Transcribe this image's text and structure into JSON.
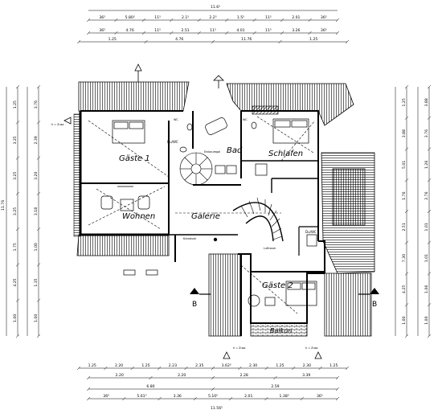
{
  "rooms": {
    "gaeste1": "Gäste 1",
    "wohnen": "Wohnen",
    "galerie": "Galerie",
    "bad": "Bad",
    "schlafen": "Schlafen",
    "gaeste2": "Gäste 2",
    "balkon": "Balkon"
  },
  "small_labels": {
    "du_wc_1": "Du/WC",
    "du_wc_2": "Du/WC",
    "wc_1": "WC",
    "wc_2": "WC",
    "kniestock": "Kniestock",
    "luftraum": "Luftraum",
    "einbauregal": "Einbauregal"
  },
  "section_marks": {
    "left": "B",
    "right": "B"
  },
  "level_marks": {
    "top_left": "h = Zusa",
    "bottom_left": "h = Zusa",
    "bottom_right": "h = Zusa"
  },
  "dimensions": {
    "top": {
      "overall": "11.6⁵",
      "row1": [
        "36⁵",
        "5.80⁵",
        "11⁵",
        "2.1⁵",
        "2.2⁵",
        "1.5⁵",
        "11⁵",
        "2.01",
        "36⁵"
      ],
      "row2": [
        "36⁵",
        "4.76",
        "11⁵",
        "2.51",
        "11⁵",
        "4.01",
        "11⁵",
        "3.26",
        "36⁵"
      ],
      "row3": [
        "1.25",
        "4.76",
        "11.76",
        "1.25"
      ]
    },
    "bottom": {
      "row1": [
        "1.25",
        "2.20",
        "1.25",
        "2.23",
        "2.35",
        "3.62⁵",
        "2.30",
        "1.25",
        "2.30",
        "1.25"
      ],
      "row2": [
        "2.20",
        "2.20",
        "2.28",
        "3.39"
      ],
      "row3": [
        "6.80",
        "2.59"
      ],
      "row4": [
        "36⁵",
        "5.61⁵",
        "3.36",
        "5.10⁵",
        "2.01",
        "1.38⁵",
        "36⁵"
      ],
      "overall": "11.56⁵"
    },
    "left": {
      "outer": [
        "1.25",
        "3.25",
        "3.25",
        "3.25",
        "1.75",
        "4.25",
        "1.00"
      ],
      "inner": [
        "3.76",
        "2.39",
        "3.20",
        "3.18",
        "1.00",
        "1.35",
        "1.00"
      ],
      "overall": "11.76"
    },
    "right": {
      "outer": [
        "1.25",
        "3.88",
        "5.01",
        "1.76",
        "2.51",
        "7.30",
        "4.25",
        "1.00"
      ],
      "inner": [
        "3.88",
        "3.76",
        "1.26",
        "2.76",
        "1.01",
        "1.01",
        "1.06",
        "1.00"
      ]
    }
  }
}
